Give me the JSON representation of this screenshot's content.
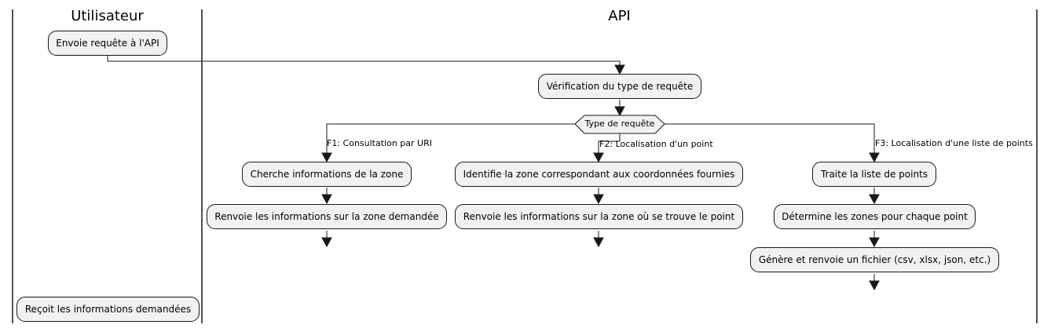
{
  "lanes": {
    "user": "Utilisateur",
    "api": "API"
  },
  "nodes": {
    "send_request": "Envoie requête à l'API",
    "verify_type": "Vérification du type de requête",
    "decision": "Type de requête",
    "f1_search": "Cherche informations de la zone",
    "f1_return": "Renvoie les informations sur la zone demandée",
    "f2_identify": "Identifie la zone correspondant aux coordonnées fournies",
    "f2_return": "Renvoie les informations sur la zone où se trouve le point",
    "f3_process": "Traite la liste de points",
    "f3_determine": "Détermine les zones pour chaque point",
    "f3_generate": "Génère et renvoie un fichier (csv, xlsx, json, etc.)",
    "receive": "Reçoit les informations demandées"
  },
  "branches": {
    "f1": "F1: Consultation par URI",
    "f2": "F2: Localisation d'un point",
    "f3": "F3: Localisation d'une liste de points"
  }
}
